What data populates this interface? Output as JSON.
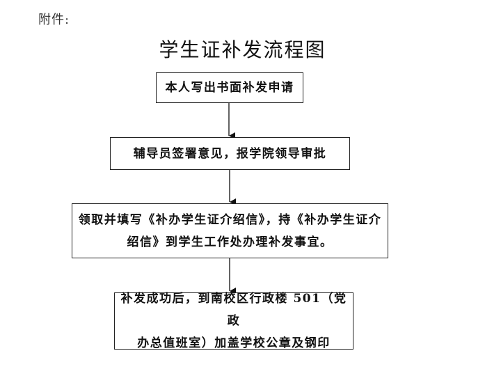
{
  "attachment_label": "附件:",
  "title": "学生证补发流程图",
  "steps": [
    {
      "text": "本人写出书面补发申请"
    },
    {
      "text": "辅导员签署意见，报学院领导审批"
    },
    {
      "lines": [
        "领取并填写《补办学生证介绍信》，持《补办学生证介",
        "绍信》到学生工作处办理补发事宜。"
      ]
    },
    {
      "lines": [
        "补发成功后，到南校区行政楼 501（党政",
        "办总值班室）加盖学校公章及钢印"
      ]
    }
  ]
}
